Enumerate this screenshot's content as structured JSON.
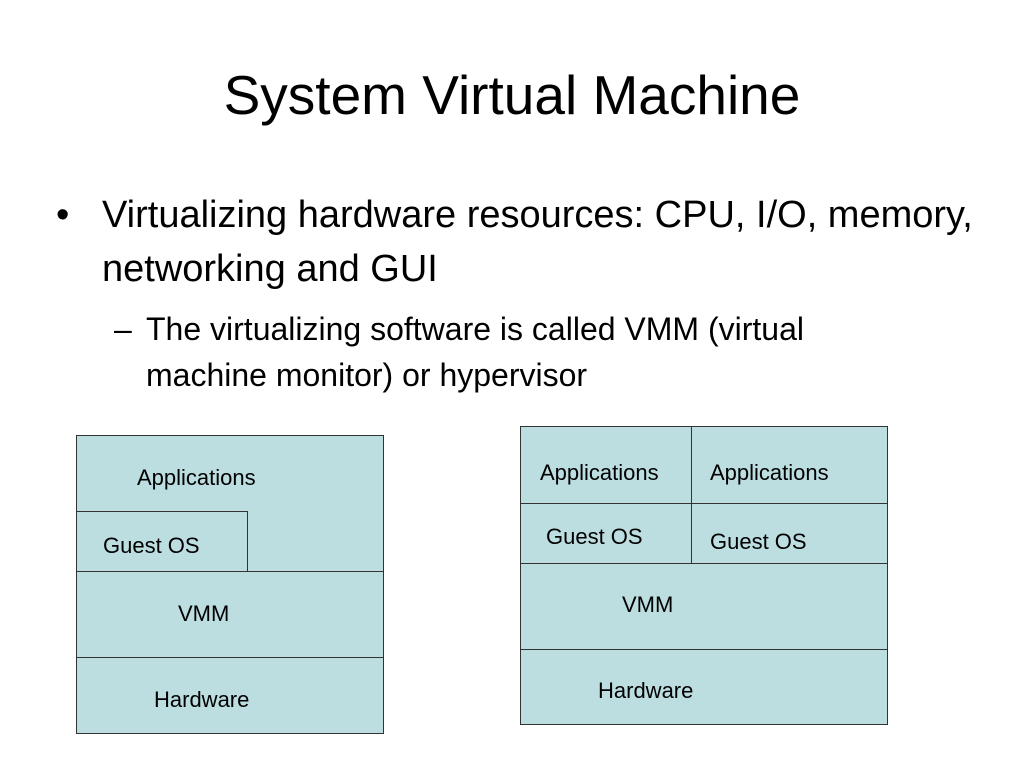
{
  "slide": {
    "title": "System Virtual Machine",
    "bullet": {
      "marker": "•",
      "text": "Virtualizing hardware resources: CPU, I/O, memory, networking and GUI"
    },
    "sub_bullet": {
      "marker": "–",
      "text": "The virtualizing software is called VMM (virtual machine monitor) or hypervisor"
    }
  },
  "diagram_left": {
    "applications": "Applications",
    "guest_os": "Guest OS",
    "vmm": "VMM",
    "hardware": "Hardware"
  },
  "diagram_right": {
    "applications_1": "Applications",
    "applications_2": "Applications",
    "guest_os_1": "Guest OS",
    "guest_os_2": "Guest OS",
    "vmm": "VMM",
    "hardware": "Hardware"
  },
  "colors": {
    "layer_fill": "#bcdee0",
    "layer_border": "#333333",
    "background": "#ffffff"
  }
}
